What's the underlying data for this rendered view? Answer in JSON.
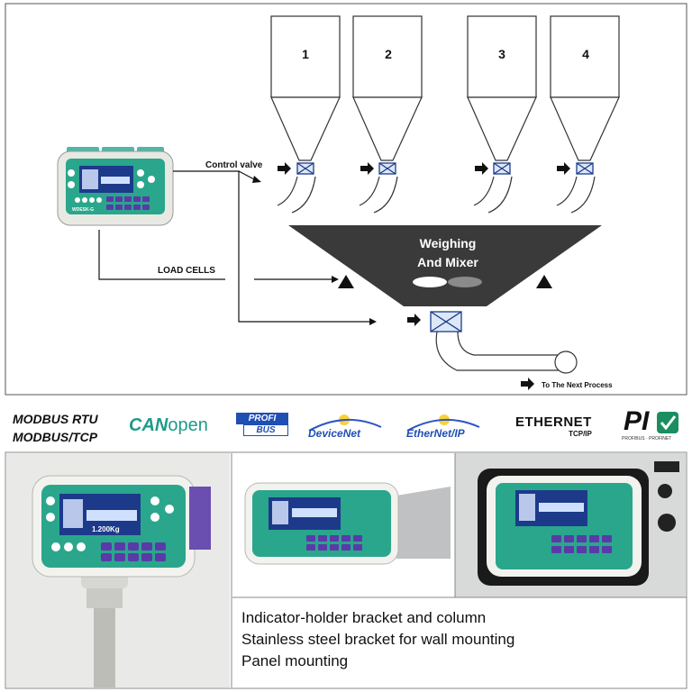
{
  "diagram": {
    "silos": [
      "1",
      "2",
      "3",
      "4"
    ],
    "control_valve_label": "Control valve",
    "load_cells_label": "LOAD CELLS",
    "mixer_line1": "Weighing",
    "mixer_line2": "And Mixer",
    "next_process_label": "To The Next Process",
    "indicator_model": "WDESK-G"
  },
  "protocols": {
    "modbus_rtu": "MODBUS RTU",
    "modbus_tcp": "MODBUS/TCP",
    "canopen_can": "CAN",
    "canopen_open": "open",
    "profibus_top": "PROFI",
    "profibus_bottom": "BUS",
    "devicenet": "DeviceNet",
    "ethernetip": "EtherNet/IP",
    "ethernet": "ETHERNET",
    "ethernet_sub": "TCP/IP",
    "pi": "PI",
    "pi_sub": "PROFIBUS · PROFINET",
    "pi_badge": "CERTIFIED"
  },
  "captions": [
    "Indicator-holder bracket and column",
    "Stainless steel bracket for wall mounting",
    "Panel mounting"
  ],
  "photo_display_value": "1.200Kg",
  "colors": {
    "mixer": "#3a3a3a",
    "device_body": "#e9e9e3",
    "device_keypad": "#2aa68c",
    "device_screen": "#1d3a8a",
    "device_top": "#4fb7a6"
  }
}
